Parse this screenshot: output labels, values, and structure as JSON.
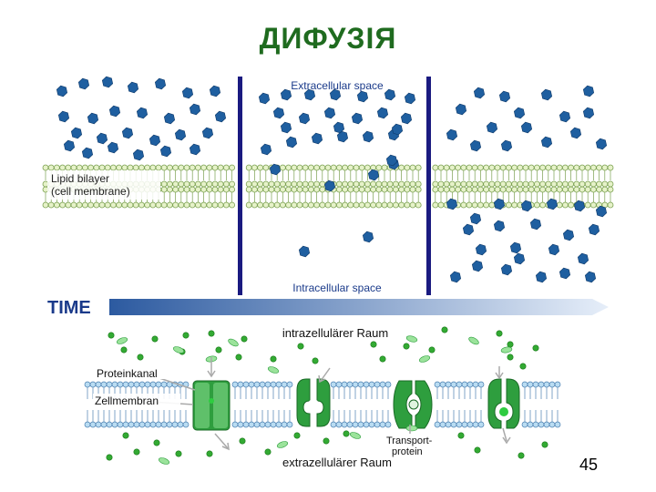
{
  "title": "ДИФУЗІЯ",
  "page_number": "45",
  "colors": {
    "title": "#1f6b1f",
    "molecule": "#1f5fa0",
    "divider": "#1a1a80",
    "time_arrow": "#2c5aa0",
    "membrane_head": "#e6f2c9",
    "membrane_head_stroke": "#7aa050",
    "protein": "#2e9e3e",
    "protein_light": "#5fc06a",
    "molecule_green": "#33aa33",
    "membrane2_head": "#b9dcf2",
    "membrane2_stroke": "#4a7fb0"
  },
  "top_diagram": {
    "extracellular_label": "Extracellular space",
    "intracellular_label": "Intracellular space",
    "membrane_label_line1": "Lipid bilayer",
    "membrane_label_line2": "(cell membrane)",
    "time_label": "TIME"
  },
  "bottom_diagram": {
    "intracellular_label": "intrazellulärer Raum",
    "extracellular_label": "extrazellulärer Raum",
    "channel_label": "Proteinkanal",
    "membrane_label": "Zellmembran",
    "transport_label_line1": "Transport-",
    "transport_label_line2": "protein"
  }
}
